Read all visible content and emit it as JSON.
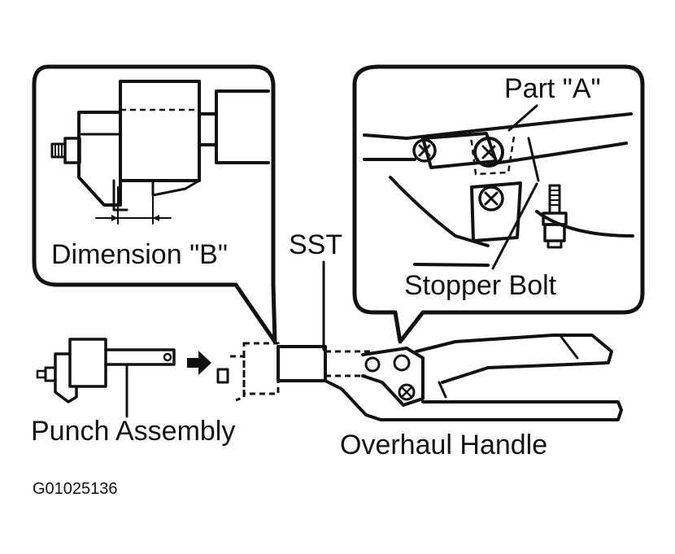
{
  "labels": {
    "dimension_b": "Dimension \"B\"",
    "sst": "SST",
    "part_a": "Part \"A\"",
    "stopper_bolt": "Stopper Bolt",
    "punch_assembly": "Punch Assembly",
    "overhaul_handle": "Overhaul Handle",
    "figure_code": "G01025136"
  }
}
